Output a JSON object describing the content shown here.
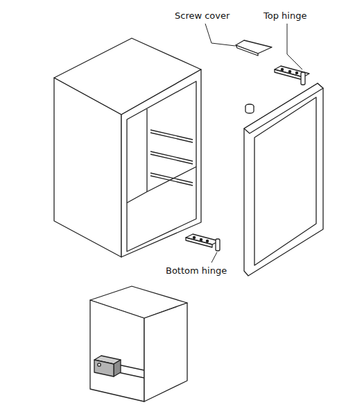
{
  "diagram": {
    "labels": [
      "Screw cover",
      "Top hinge",
      "Bottom hinge"
    ]
  }
}
